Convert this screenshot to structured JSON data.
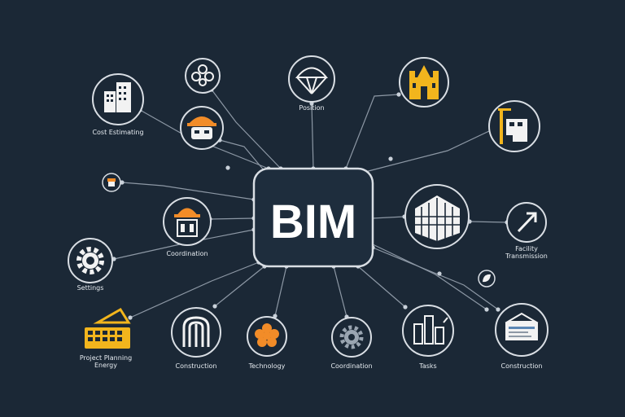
{
  "center": {
    "label": "BIM"
  },
  "nodes": [
    {
      "id": "cost-estimating",
      "icon": "office-building-icon",
      "lines": [
        "Cost Estimating"
      ]
    },
    {
      "id": "top-flower",
      "icon": "flower-icon",
      "lines": []
    },
    {
      "id": "top-safety",
      "icon": "hard-hat-worker-icon",
      "lines": []
    },
    {
      "id": "top-dome",
      "icon": "dome-structure-icon",
      "lines": [
        "Position"
      ]
    },
    {
      "id": "top-heritage",
      "icon": "heritage-building-icon",
      "lines": []
    },
    {
      "id": "right-crane",
      "icon": "crane-icon",
      "lines": []
    },
    {
      "id": "left-small",
      "icon": "small-building-icon",
      "lines": []
    },
    {
      "id": "left-worker",
      "icon": "worker-icon",
      "lines": [
        "Coordination"
      ]
    },
    {
      "id": "left-gear",
      "icon": "gear-icon",
      "lines": [
        "Settings"
      ]
    },
    {
      "id": "right-building",
      "icon": "grid-building-icon",
      "lines": []
    },
    {
      "id": "right-arrow",
      "icon": "arrow-icon",
      "lines": [
        "Facility",
        "Transmission"
      ]
    },
    {
      "id": "right-small",
      "icon": "small-leaf-icon",
      "lines": []
    },
    {
      "id": "bottom-keyboard",
      "icon": "keyboard-icon",
      "lines": [
        "Project Planning",
        "Energy"
      ]
    },
    {
      "id": "bottom-columns",
      "icon": "columns-icon",
      "lines": [
        "Construction"
      ]
    },
    {
      "id": "bottom-flower",
      "icon": "orange-flower-icon",
      "lines": [
        "Technology"
      ]
    },
    {
      "id": "bottom-gear",
      "icon": "gear-icon",
      "lines": [
        "Coordination"
      ]
    },
    {
      "id": "bottom-city",
      "icon": "city-icon",
      "lines": [
        "Tasks"
      ]
    },
    {
      "id": "bottom-doc",
      "icon": "document-icon",
      "lines": [
        "Construction"
      ]
    }
  ],
  "colors": {
    "background": "#1b2836",
    "line": "#8d98a5",
    "accent_orange": "#f28c28",
    "accent_yellow": "#f2b51d",
    "outline": "#d9dee4"
  }
}
